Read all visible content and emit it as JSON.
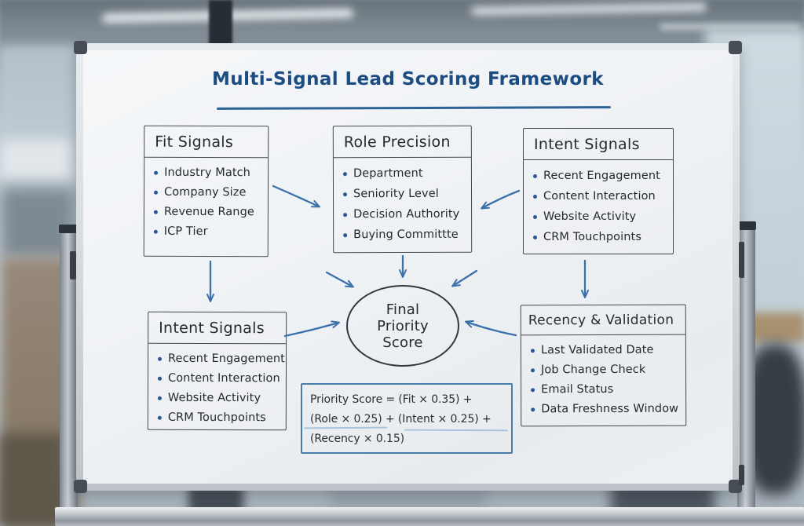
{
  "board": {
    "title": "Multi-Signal Lead Scoring Framework",
    "boxes": [
      {
        "title": "Fit Signals",
        "items": [
          "Industry Match",
          "Company Size",
          "Revenue Range",
          "ICP Tier"
        ]
      },
      {
        "title": "Role Precision",
        "items": [
          "Department",
          "Seniority Level",
          "Decision Authority",
          "Buying Committte"
        ]
      },
      {
        "title": "Intent Signals",
        "items": [
          "Recent Engagement",
          "Content Interaction",
          "Website Activity",
          "CRM Touchpoints"
        ]
      },
      {
        "title": "Intent Signals",
        "items": [
          "Recent Engagement",
          "Content Interaction",
          "Website Activity",
          "CRM Touchpoints"
        ]
      },
      {
        "title": "Recency & Validation",
        "items": [
          "Last Validated Date",
          "Job Change Check",
          "Email Status",
          "Data Freshness Window"
        ]
      }
    ],
    "center_node": {
      "lines": [
        "Final",
        "Priority",
        "Score"
      ]
    },
    "formula_lines": [
      "Priority Score = (Fit × 0.35) +",
      "(Role × 0.25) + (Intent × 0.25) +",
      "(Recency × 0.15)"
    ],
    "colors": {
      "title_ink": "#1c4d82",
      "marker_ink": "#26292e",
      "arrow_blue": "#3b70ab",
      "bullet_blue": "#2a5897",
      "formula_border": "#4a7ca8"
    }
  }
}
